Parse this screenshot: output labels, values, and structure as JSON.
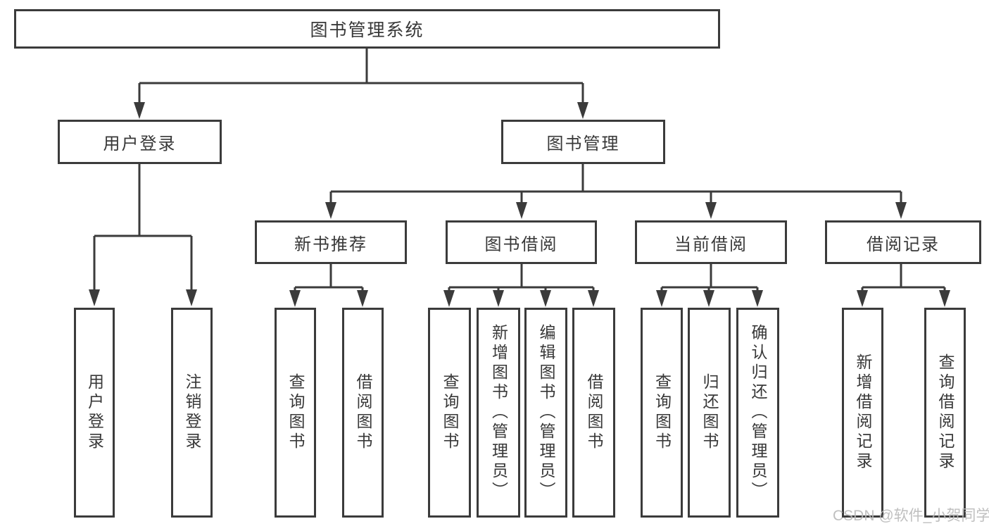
{
  "watermark": {
    "text": "CSDN @软件_小贺同学"
  },
  "colors": {
    "line": "#3b3b3b",
    "text": "#383838",
    "background": "#ffffff",
    "watermark": "#b9b9b9"
  },
  "tree": {
    "label": "图书管理系统",
    "children": [
      {
        "label": "用户登录",
        "children": [
          {
            "label": "用户登录"
          },
          {
            "label": "注销登录"
          }
        ]
      },
      {
        "label": "图书管理",
        "children": [
          {
            "label": "新书推荐",
            "children": [
              {
                "label": "查询图书"
              },
              {
                "label": "借阅图书"
              }
            ]
          },
          {
            "label": "图书借阅",
            "children": [
              {
                "label": "查询图书"
              },
              {
                "label": "新增图书（管理员）"
              },
              {
                "label": "编辑图书（管理员）"
              },
              {
                "label": "借阅图书"
              }
            ]
          },
          {
            "label": "当前借阅",
            "children": [
              {
                "label": "查询图书"
              },
              {
                "label": "归还图书"
              },
              {
                "label": "确认归还（管理员）"
              }
            ]
          },
          {
            "label": "借阅记录",
            "children": [
              {
                "label": "新增借阅记录"
              },
              {
                "label": "查询借阅记录"
              }
            ]
          }
        ]
      }
    ]
  }
}
